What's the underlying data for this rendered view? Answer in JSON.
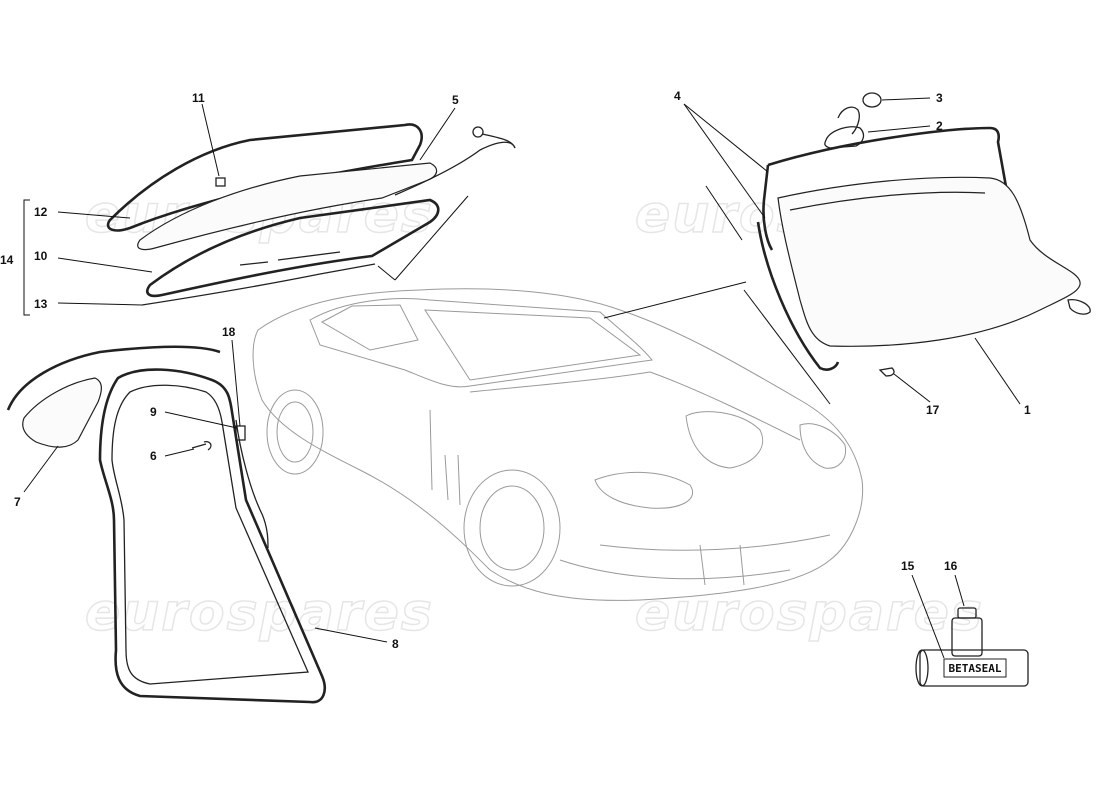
{
  "watermark": {
    "text": "eurospares"
  },
  "labels": {
    "l1": "1",
    "l2": "2",
    "l3": "3",
    "l4": "4",
    "l5": "5",
    "l6": "6",
    "l7": "7",
    "l8": "8",
    "l9": "9",
    "l10": "10",
    "l11": "11",
    "l12": "12",
    "l13": "13",
    "l14": "14",
    "l15": "15",
    "l16": "16",
    "l17": "17",
    "l18": "18"
  },
  "sealant": {
    "tube_label": "BETASEAL"
  }
}
